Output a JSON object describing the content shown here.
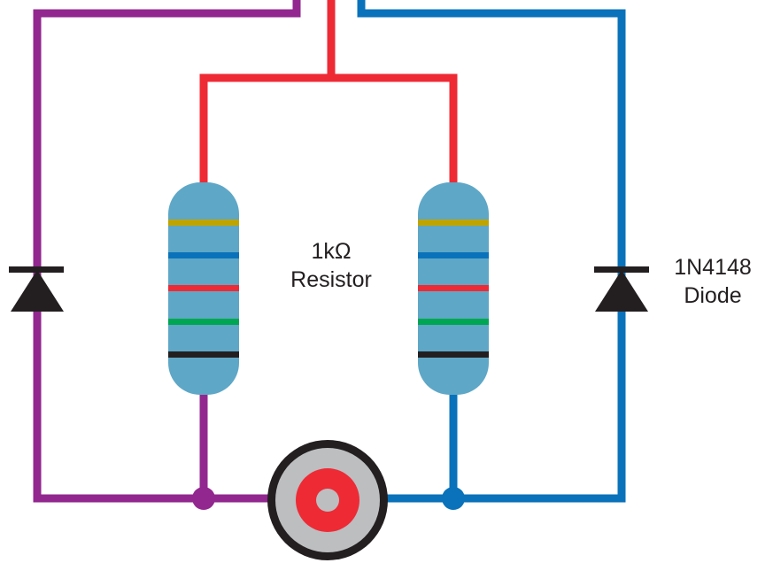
{
  "labels": {
    "resistor_value": "1kΩ",
    "resistor_name": "Resistor",
    "diode_part": "1N4148",
    "diode_name": "Diode"
  },
  "colors": {
    "wire_red": "#ee2a35",
    "wire_purple": "#92278f",
    "wire_blue": "#0a72ba",
    "resistor_body": "#5ea7c7",
    "band_colors": [
      "#bfa400",
      "#0a72ba",
      "#ee2a35",
      "#00a651",
      "#231f20"
    ],
    "diode_body": "#231f20",
    "jack_outer": "#231f20",
    "jack_ring": "#bcbec0",
    "jack_center": "#ee2a35"
  },
  "components": [
    {
      "type": "resistor",
      "name": "left-resistor"
    },
    {
      "type": "resistor",
      "name": "right-resistor"
    },
    {
      "type": "diode",
      "name": "left-diode"
    },
    {
      "type": "diode",
      "name": "right-diode"
    },
    {
      "type": "jack",
      "name": "audio-jack"
    }
  ]
}
